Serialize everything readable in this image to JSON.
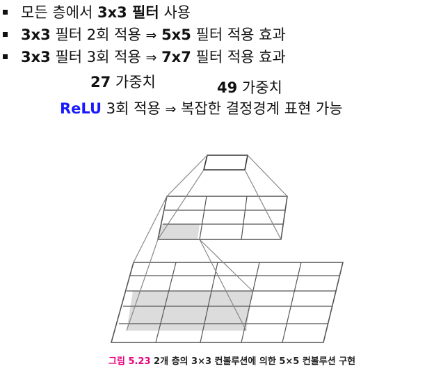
{
  "bullets": [
    {
      "pre": "모든 층에서 ",
      "bold1": "3x3 필터",
      "post": " 사용",
      "arrow": "",
      "bold2": "",
      "tail": ""
    },
    {
      "pre": "",
      "bold1": "3x3",
      "post": " 필터 2회 적용 ",
      "arrow": "⇒",
      "bold2": "5x5",
      "tail": " 필터 적용 효과"
    },
    {
      "pre": "",
      "bold1": "3x3",
      "post": " 필터 3회 적용 ",
      "arrow": "⇒",
      "bold2": "7x7",
      "tail": " 필터 적용 효과"
    }
  ],
  "weights": {
    "left": {
      "num": "27",
      "label": " 가중치"
    },
    "right": {
      "num": "49",
      "label": " 가중치"
    }
  },
  "relu_line": {
    "relu": "ReLU",
    "text": " 3회 적용 ",
    "arrow": "⇒",
    "tail": " 복잡한 결정경계 표현 가능"
  },
  "caption": {
    "fig": "그림 5.23",
    "text": " 2개 층의 3×3 컨볼루션에 의한 5×5 컨볼루션 구현"
  },
  "colors": {
    "relu": "#1a1aff",
    "caption_fig": "#e6007e",
    "shade": "#dcdcdc"
  }
}
